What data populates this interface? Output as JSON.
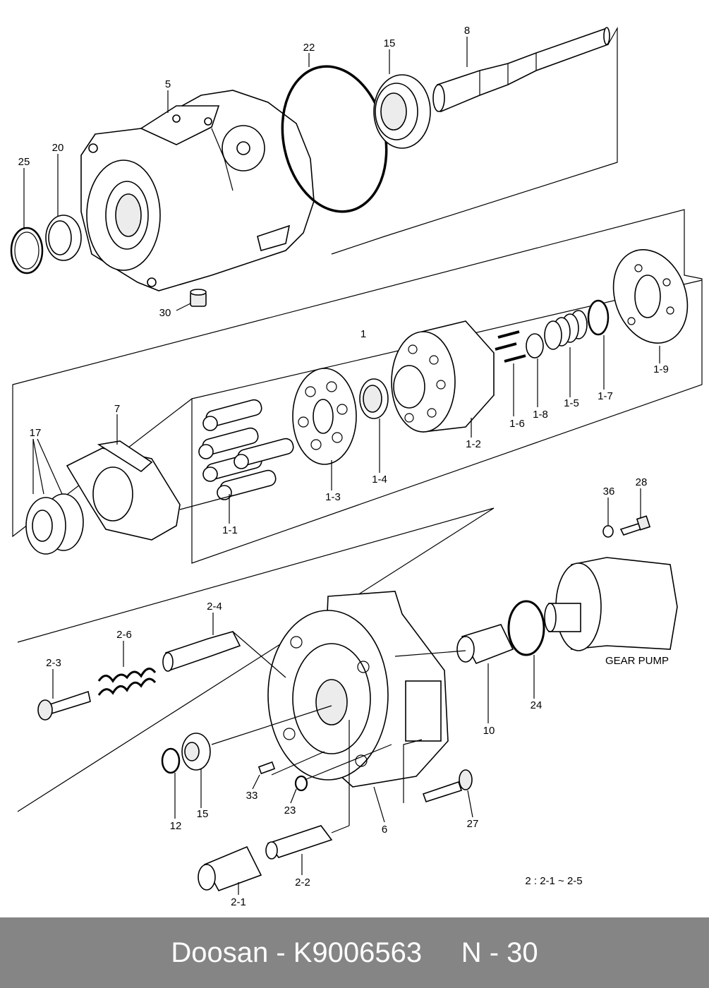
{
  "callouts": {
    "c5": "5",
    "c22": "22",
    "c15a": "15",
    "c8": "8",
    "c25": "25",
    "c20": "20",
    "c30": "30",
    "c1": "1",
    "c1_9": "1-9",
    "c1_7": "1-7",
    "c1_5": "1-5",
    "c1_8": "1-8",
    "c1_6": "1-6",
    "c1_2": "1-2",
    "c1_4": "1-4",
    "c1_3": "1-3",
    "c1_1": "1-1",
    "c7": "7",
    "c17": "17",
    "c36": "36",
    "c28": "28",
    "c2_4": "2-4",
    "c2_6": "2-6",
    "c2_3": "2-3",
    "c10": "10",
    "c24": "24",
    "c12": "12",
    "c15b": "15",
    "c33": "33",
    "c23": "23",
    "c6": "6",
    "c27": "27",
    "c2_1": "2-1",
    "c2_2": "2-2"
  },
  "gear_pump_label": "GEAR PUMP",
  "group_note": "2 : 2-1 ~ 2-5",
  "footer": {
    "brand": "Doosan",
    "sep": " - ",
    "part_number": "K9006563",
    "page": "N - 30"
  }
}
